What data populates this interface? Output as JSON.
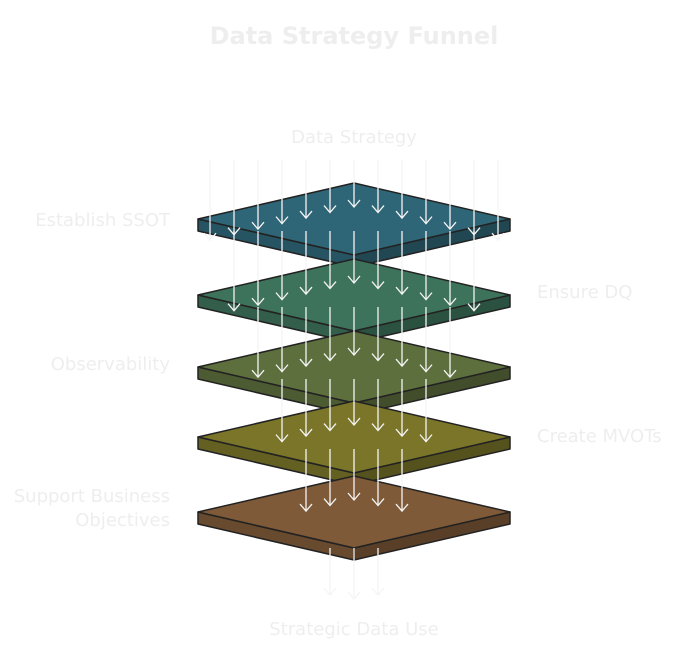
{
  "title": "Data Strategy Funnel",
  "input_label": "Data Strategy",
  "output_label": "Strategic Data Use",
  "layers": [
    {
      "name": "Establish SSOT",
      "side": "left",
      "color": "#2f6677"
    },
    {
      "name": "Ensure DQ",
      "side": "right",
      "color": "#3e735b"
    },
    {
      "name": "Observability",
      "side": "left",
      "color": "#5e6f3e"
    },
    {
      "name": "Create MVOTs",
      "side": "right",
      "color": "#7a7529"
    },
    {
      "name": "Support Business Objectives",
      "side": "left",
      "color": "#7f5a38"
    }
  ],
  "arrow_color": "#f5f5f5",
  "outline_color": "#222222"
}
